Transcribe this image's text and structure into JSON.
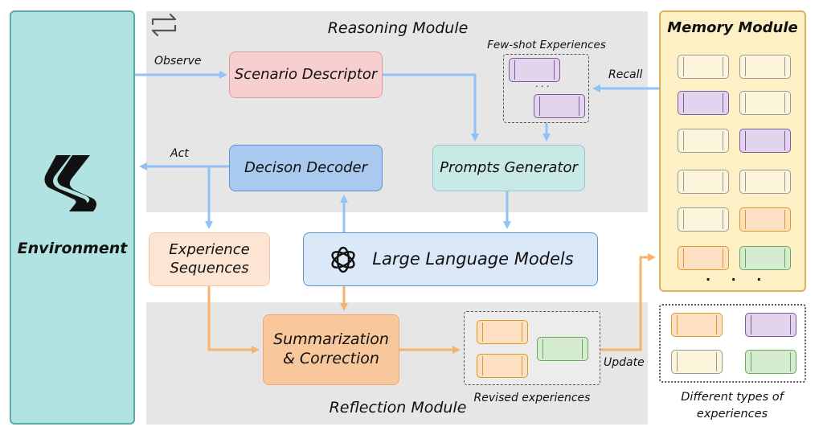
{
  "modules": {
    "reasoning": "Reasoning Module",
    "reflection": "Reflection Module",
    "memory": "Memory Module"
  },
  "environment": {
    "label": "Environment",
    "icon": "road-icon"
  },
  "boxes": {
    "scenario_descriptor": "Scenario Descriptor",
    "decision_decoder": "Decison Decoder",
    "prompts_generator": "Prompts Generator",
    "llm": "Large Language Models",
    "experience_sequences": "Experience Sequences",
    "summarization": "Summarization & Correction"
  },
  "labels": {
    "observe": "Observe",
    "act": "Act",
    "recall": "Recall",
    "update": "Update",
    "few_shot": "Few-shot Experiences",
    "revised": "Revised experiences",
    "different_types": "Different types of experiences",
    "ellipsis_v": "· · ·",
    "ellipsis_h": ". . ."
  },
  "icons": [
    "cycle-icon",
    "road-icon",
    "openai-logo-icon"
  ],
  "colors": {
    "environment": "#b2e3e3",
    "scenario": "#f8cfcf",
    "decoder": "#a9c9ee",
    "prompts": "#c9e9e6",
    "llm": "#dbe8f8",
    "experience": "#fde5d3",
    "summarization": "#f9c79c",
    "memory": "#fdf0c4",
    "arrow_blue": "#90c2f4",
    "arrow_orange": "#f6b36b"
  }
}
